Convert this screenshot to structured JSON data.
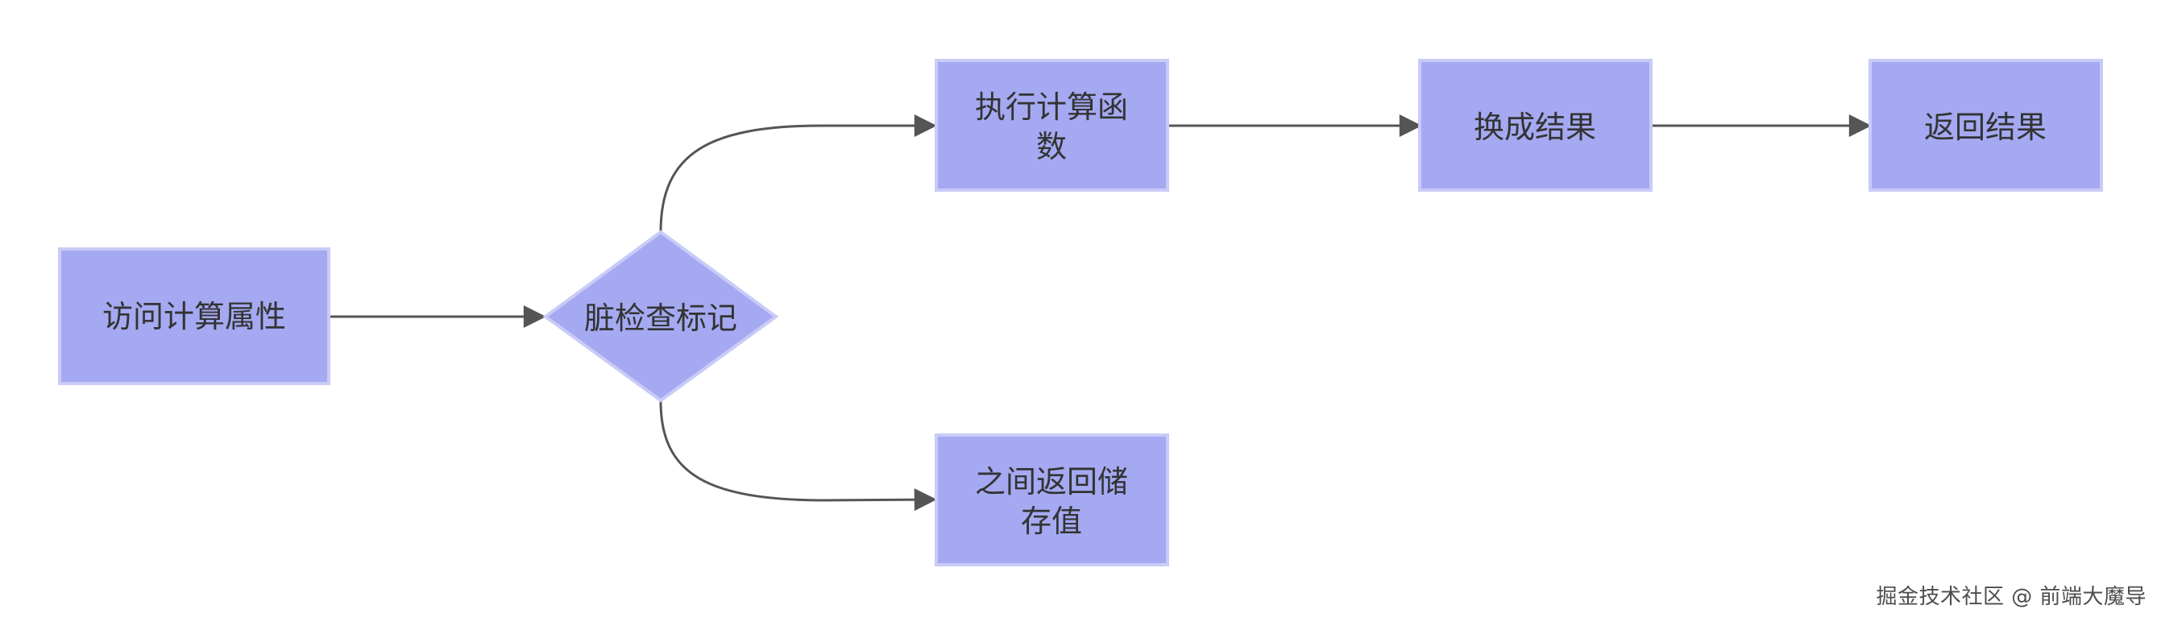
{
  "diagram": {
    "type": "flowchart",
    "nodes": {
      "access": {
        "label": "访问计算属性"
      },
      "dirty_check": {
        "label": "脏检查标记"
      },
      "execute": {
        "label_line1": "执行计算函",
        "label_line2": "数"
      },
      "cached": {
        "label_line1": "之间返回储",
        "label_line2": "存值"
      },
      "convert": {
        "label": "换成结果"
      },
      "return": {
        "label": "返回结果"
      }
    },
    "edges": [
      {
        "from": "访问计算属性",
        "to": "脏检查标记"
      },
      {
        "from": "脏检查标记",
        "to": "执行计算函数"
      },
      {
        "from": "脏检查标记",
        "to": "之间返回储存值"
      },
      {
        "from": "执行计算函数",
        "to": "换成结果"
      },
      {
        "from": "换成结果",
        "to": "返回结果"
      }
    ],
    "colors": {
      "node_fill": "#a4a9f1",
      "node_stroke": "#c9cbf7",
      "edge": "#555555",
      "text": "#333333"
    }
  },
  "watermark": "掘金技术社区 @ 前端大魔导"
}
